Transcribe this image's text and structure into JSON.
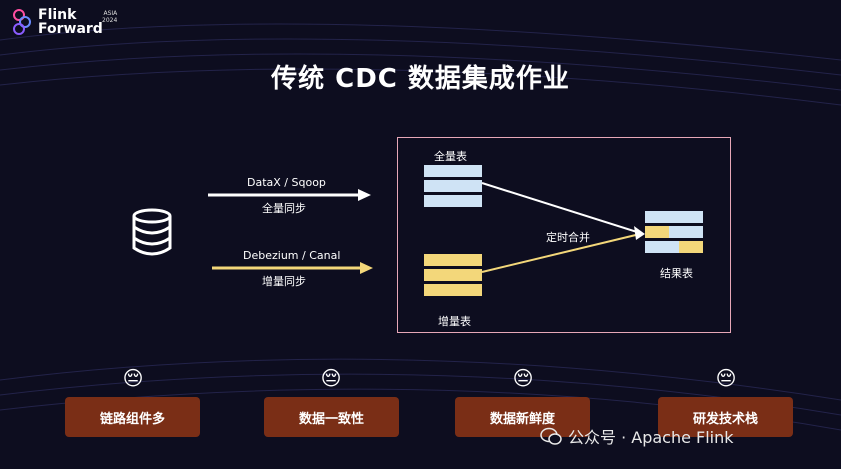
{
  "logo": {
    "line1": "Flink",
    "line2": "Forward",
    "badge_line1": "ASIA",
    "badge_line2": "2024"
  },
  "title": "传统 CDC 数据集成作业",
  "flows": [
    {
      "top_label": "DataX / Sqoop",
      "bottom_label": "全量同步",
      "color": "#ffffff"
    },
    {
      "top_label": "Debezium / Canal",
      "bottom_label": "增量同步",
      "color": "#f3d77a"
    }
  ],
  "tables": {
    "full": {
      "label": "全量表",
      "color": "#cfe3f5"
    },
    "incremental": {
      "label": "增量表",
      "color": "#f3d77a"
    },
    "result": {
      "label": "结果表"
    }
  },
  "merge_label": "定时合并",
  "problems": [
    {
      "emoji": "😔",
      "label": "链路组件多"
    },
    {
      "emoji": "😔",
      "label": "数据一致性"
    },
    {
      "emoji": "😔",
      "label": "数据新鲜度"
    },
    {
      "emoji": "😔",
      "label": "研发技术栈"
    }
  ],
  "watermark": "公众号 · Apache Flink",
  "colors": {
    "background": "#0d0d1f",
    "frame": "#e7a7b8",
    "tag": "#7a2e16",
    "accent_yellow": "#f3d77a",
    "accent_blue": "#cfe3f5"
  }
}
